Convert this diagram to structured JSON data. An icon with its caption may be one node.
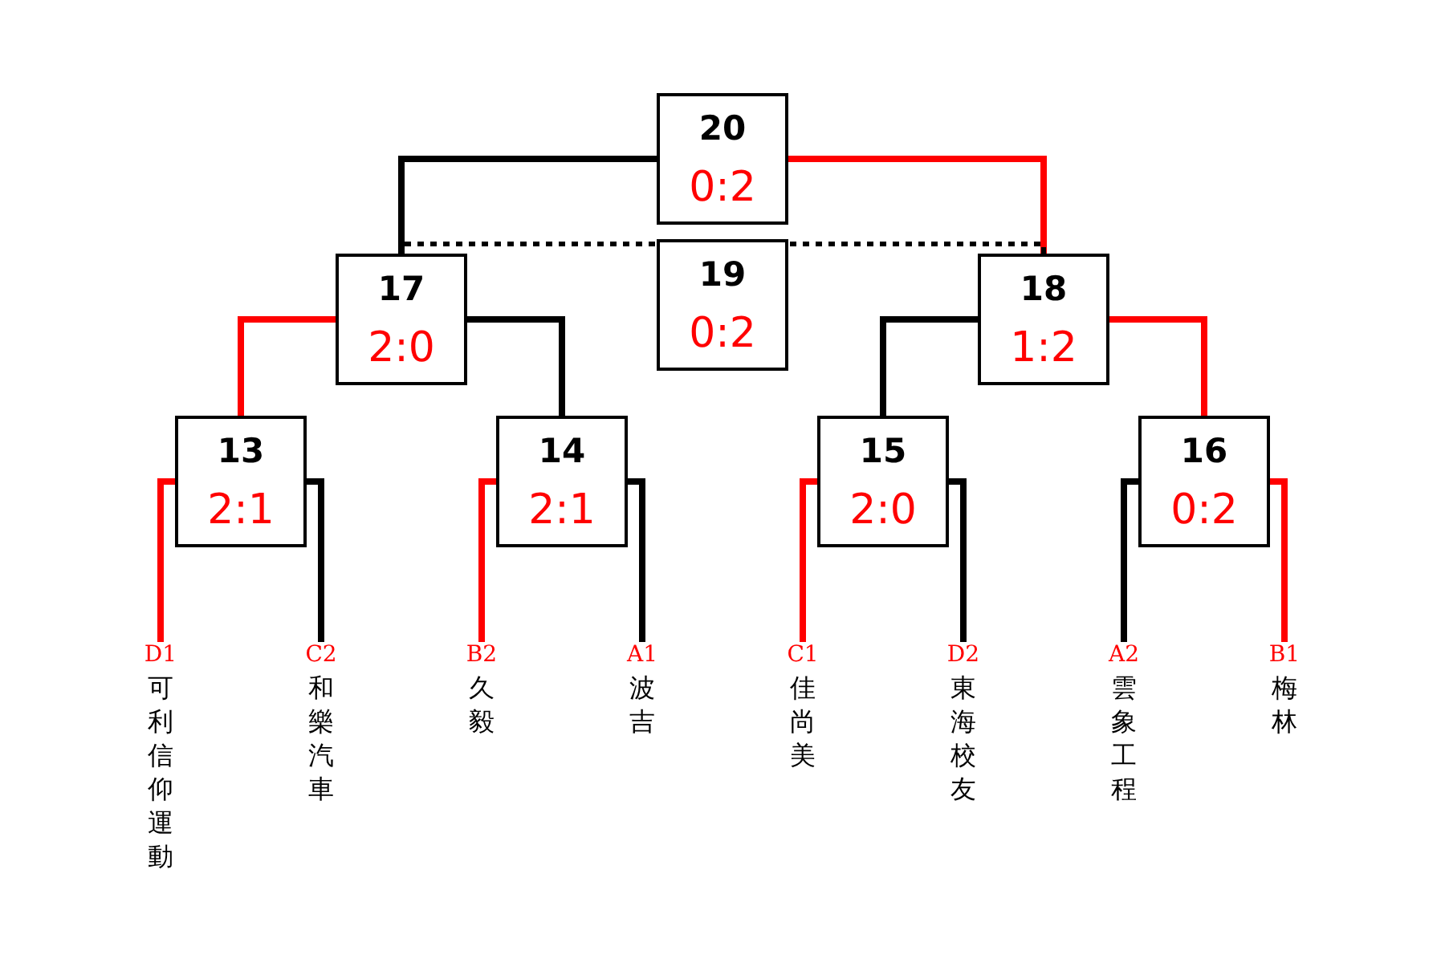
{
  "diagram": {
    "nodes": [
      {
        "text": [
          "20",
          "0:2"
        ]
      },
      {
        "text": [
          "17",
          "2:0"
        ]
      },
      {
        "text": [
          "19",
          "0:2"
        ]
      },
      {
        "text": [
          "18",
          "1:2"
        ]
      },
      {
        "text": [
          "13",
          "2:1"
        ]
      },
      {
        "text": [
          "14",
          "2:1"
        ]
      },
      {
        "text": [
          "15",
          "2:0"
        ]
      },
      {
        "text": [
          "16",
          "0:2"
        ]
      },
      {
        "text": [
          "D1",
          "可利信仰運動"
        ]
      },
      {
        "text": [
          "C2",
          "和樂汽車"
        ]
      },
      {
        "text": [
          "B2",
          "久毅"
        ]
      },
      {
        "text": [
          "A1",
          "波吉"
        ]
      },
      {
        "text": [
          "C1",
          "佳尚美"
        ]
      },
      {
        "text": [
          "D2",
          "東海校友"
        ]
      },
      {
        "text": [
          "A2",
          "雲象工程"
        ]
      },
      {
        "text": [
          "B1",
          "梅林"
        ]
      }
    ],
    "edges": [
      {
        "from": 0,
        "to": 1,
        "arrow": "none"
      },
      {
        "from": 0,
        "to": 3,
        "arrow": "none",
        "color": "#ff0000"
      },
      {
        "from": 1,
        "to": 3,
        "arrow": "none",
        "style": "dashed"
      },
      {
        "from": 1,
        "to": 4,
        "arrow": "none",
        "color": "#ff0000"
      },
      {
        "from": 1,
        "to": 5,
        "arrow": "none"
      },
      {
        "from": 3,
        "to": 6,
        "arrow": "none"
      },
      {
        "from": 3,
        "to": 7,
        "arrow": "none",
        "color": "#ff0000"
      },
      {
        "from": 4,
        "to": 8,
        "arrow": "none",
        "color": "#ff0000"
      },
      {
        "from": 4,
        "to": 9,
        "arrow": "none"
      },
      {
        "from": 5,
        "to": 10,
        "arrow": "none",
        "color": "#ff0000"
      },
      {
        "from": 5,
        "to": 11,
        "arrow": "none"
      },
      {
        "from": 6,
        "to": 12,
        "arrow": "none",
        "color": "#ff0000"
      },
      {
        "from": 6,
        "to": 13,
        "arrow": "none"
      },
      {
        "from": 7,
        "to": 14,
        "arrow": "none"
      },
      {
        "from": 7,
        "to": 15,
        "arrow": "none",
        "color": "#ff0000"
      }
    ]
  }
}
